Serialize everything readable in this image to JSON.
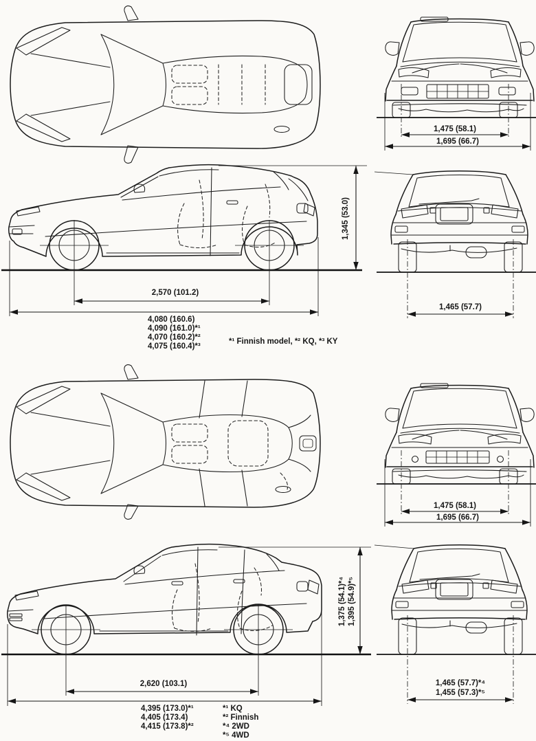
{
  "page": {
    "background": "#fbfaf7",
    "ink": "#1b1b1b"
  },
  "hatchback": {
    "front_view": {
      "track": "1,475 (58.1)",
      "overall_width": "1,695 (66.7)"
    },
    "side_view": {
      "overall_height": "1,345 (53.0)",
      "wheelbase": "2,570 (101.2)",
      "overall_length_lines": [
        "4,080 (160.6)",
        "4,090 (161.0)*¹",
        "4,070 (160.2)*²",
        "4,075 (160.4)*³"
      ],
      "footnote_legend": "*¹ Finnish model,  *² KQ,  *³ KY"
    },
    "rear_view": {
      "track": "1,465 (57.7)"
    }
  },
  "sedan": {
    "front_view": {
      "track": "1,475 (58.1)",
      "overall_width": "1,695 (66.7)"
    },
    "side_view": {
      "overall_height_lines": [
        "1,375 (54.1)*⁴",
        "1,395 (54.9)*⁵"
      ],
      "wheelbase": "2,620 (103.1)",
      "overall_length_lines": [
        "4,395 (173.0)*¹",
        "4,405 (173.4)",
        "4,415 (173.8)*²"
      ]
    },
    "rear_view": {
      "track_lines": [
        "1,465 (57.7)*⁴",
        "1,455 (57.3)*⁵"
      ]
    },
    "footnotes": [
      "*¹  KQ",
      "*²  Finnish",
      "*⁴  2WD",
      "*⁵  4WD"
    ]
  }
}
